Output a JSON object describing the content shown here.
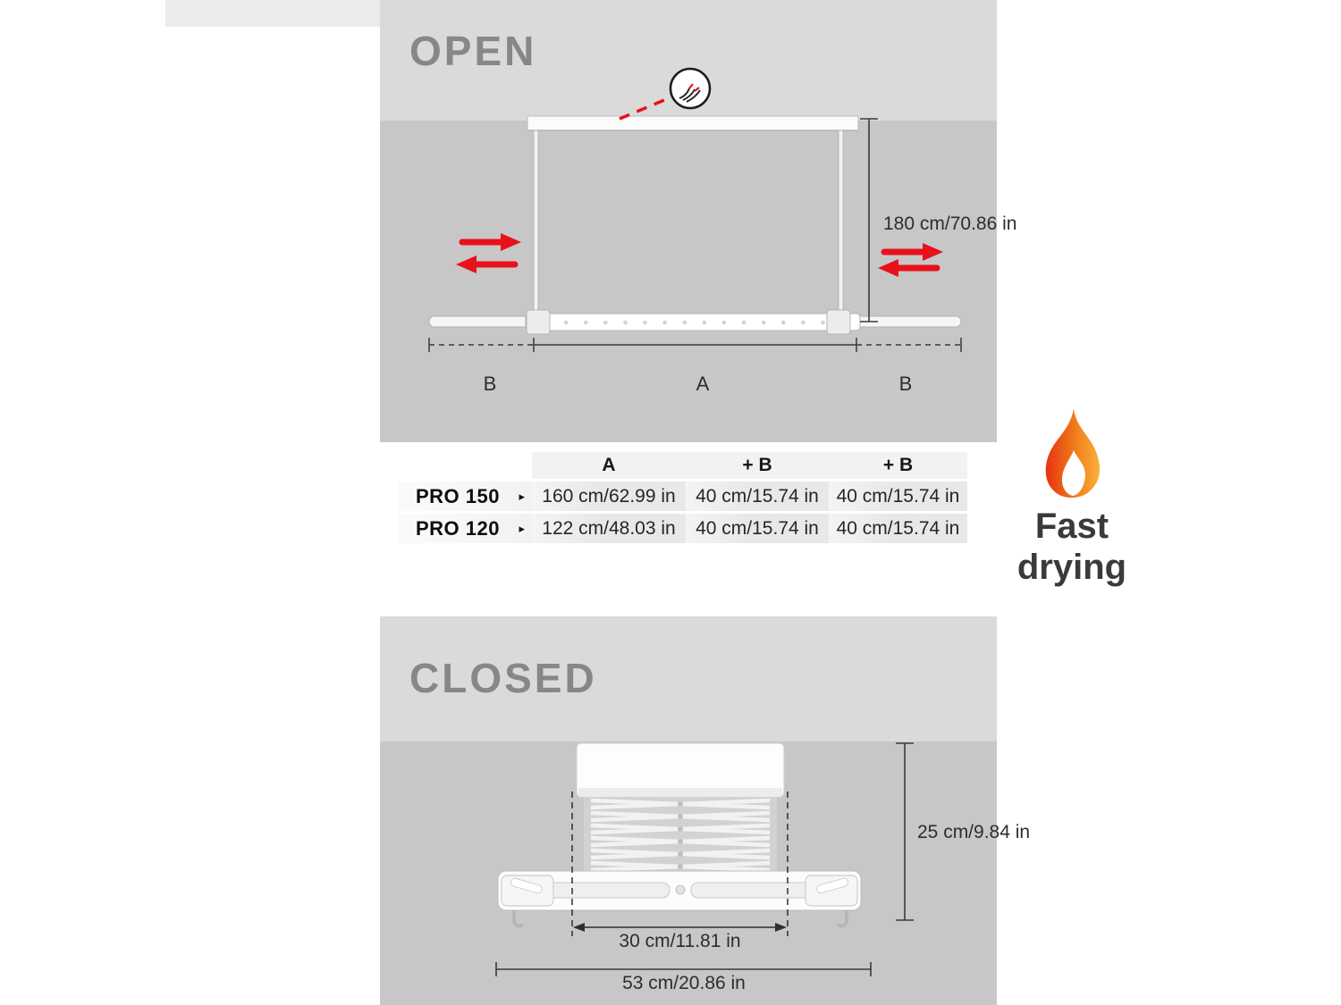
{
  "open_section": {
    "title": "OPEN",
    "height_dimension": "180 cm/70.86 in",
    "segment_labels": {
      "left": "B",
      "center": "A",
      "right": "B"
    }
  },
  "spec_table": {
    "headers": [
      "A",
      "+ B",
      "+ B"
    ],
    "marker": "▸",
    "rows": [
      {
        "model": "PRO 150",
        "a": "160 cm/62.99 in",
        "b1": "40 cm/15.74 in",
        "b2": "40 cm/15.74 in"
      },
      {
        "model": "PRO 120",
        "a": "122 cm/48.03 in",
        "b1": "40 cm/15.74 in",
        "b2": "40 cm/15.74 in"
      }
    ]
  },
  "feature": {
    "label": "Fast drying"
  },
  "closed_section": {
    "title": "CLOSED",
    "height_dimension": "25 cm/9.84 in",
    "inner_width_dimension": "30 cm/11.81 in",
    "outer_width_dimension": "53 cm/20.86 in"
  },
  "icons": {
    "power_cable": "power-cable-icon",
    "flame": "flame-icon"
  },
  "colors": {
    "accent_red": "#e8111c",
    "flame_red": "#e63312",
    "flame_orange": "#fbb03b",
    "panel_header_gray": "#dadada",
    "panel_body_gray": "#c7c7c7"
  }
}
